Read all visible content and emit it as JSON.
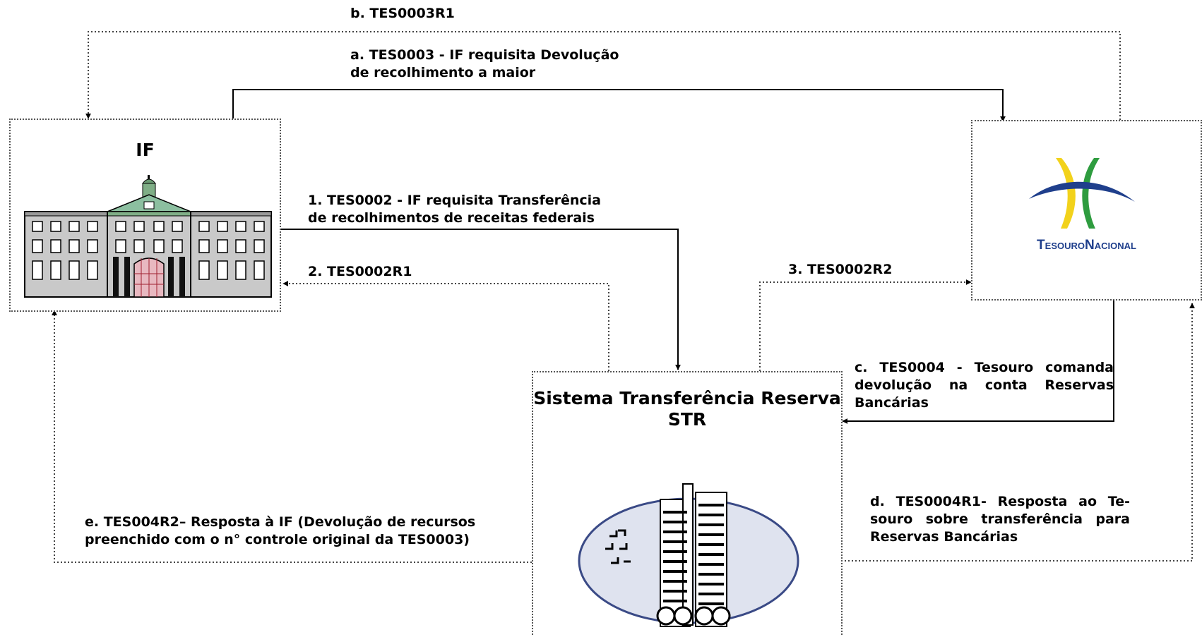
{
  "nodes": {
    "if": {
      "title": "IF"
    },
    "tesouro": {
      "logo_text": "TesouroNacional",
      "colors": {
        "yellow": "#f2d21b",
        "green": "#2e9c3f",
        "blue": "#1f3f8c"
      }
    },
    "str": {
      "title_line1": "Sistema Transferência Reserva",
      "title_line2": "STR"
    }
  },
  "flows": {
    "b": "b. TES0003R1",
    "a": {
      "line1": "a. TES0003 - IF requisita Devolução",
      "line2": "de recolhimento a maior"
    },
    "f1": {
      "line1": "1. TES0002 - IF requisita Transferência",
      "line2": "de recolhimentos de receitas federais"
    },
    "f2": "2. TES0002R1",
    "f3": "3. TES0002R2",
    "c": {
      "line1": "c. TES0004 - Tesouro comanda",
      "line2": "devolução na conta Reservas",
      "line3": "Bancárias"
    },
    "d": {
      "line1": "d. TES0004R1- Resposta ao Te-",
      "line2": "souro sobre transferência para",
      "line3": "Reservas Bancárias"
    },
    "e": {
      "line1": "e. TES004R2– Resposta à IF (Devolução de recursos",
      "line2": "preenchido com o n° controle original da TES0003)"
    }
  }
}
